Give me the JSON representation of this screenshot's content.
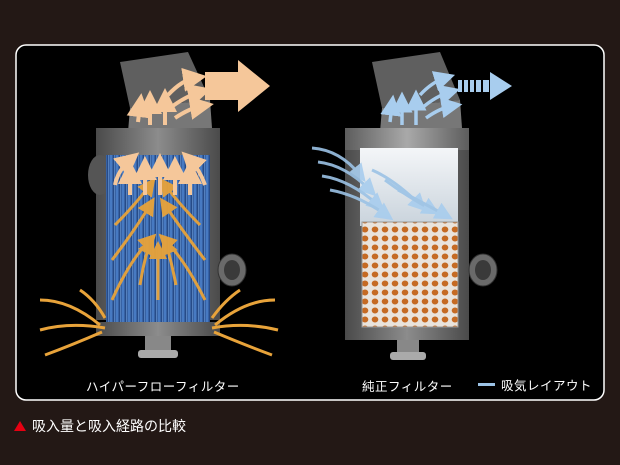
{
  "labels": {
    "left_filter": "ハイパーフローフィルター",
    "right_filter": "純正フィルター",
    "legend": "吸気レイアウト",
    "caption": "吸入量と吸入経路の比較"
  },
  "colors": {
    "background": "#231815",
    "frame": "#ffffff",
    "panel": "#000000",
    "hyperflow_airflow": "#e8a33a",
    "hyperflow_exhaust_arrow": "#f5c79a",
    "hyperflow_mesh": "#3d6fb8",
    "stock_airflow": "#9cc3e6",
    "stock_element": "#c8742a",
    "housing": "#6e6e6e",
    "caption_marker": "#e60012"
  },
  "icons": {
    "caption_marker": "red-triangle-icon",
    "legend_marker": "blue-line-icon"
  }
}
